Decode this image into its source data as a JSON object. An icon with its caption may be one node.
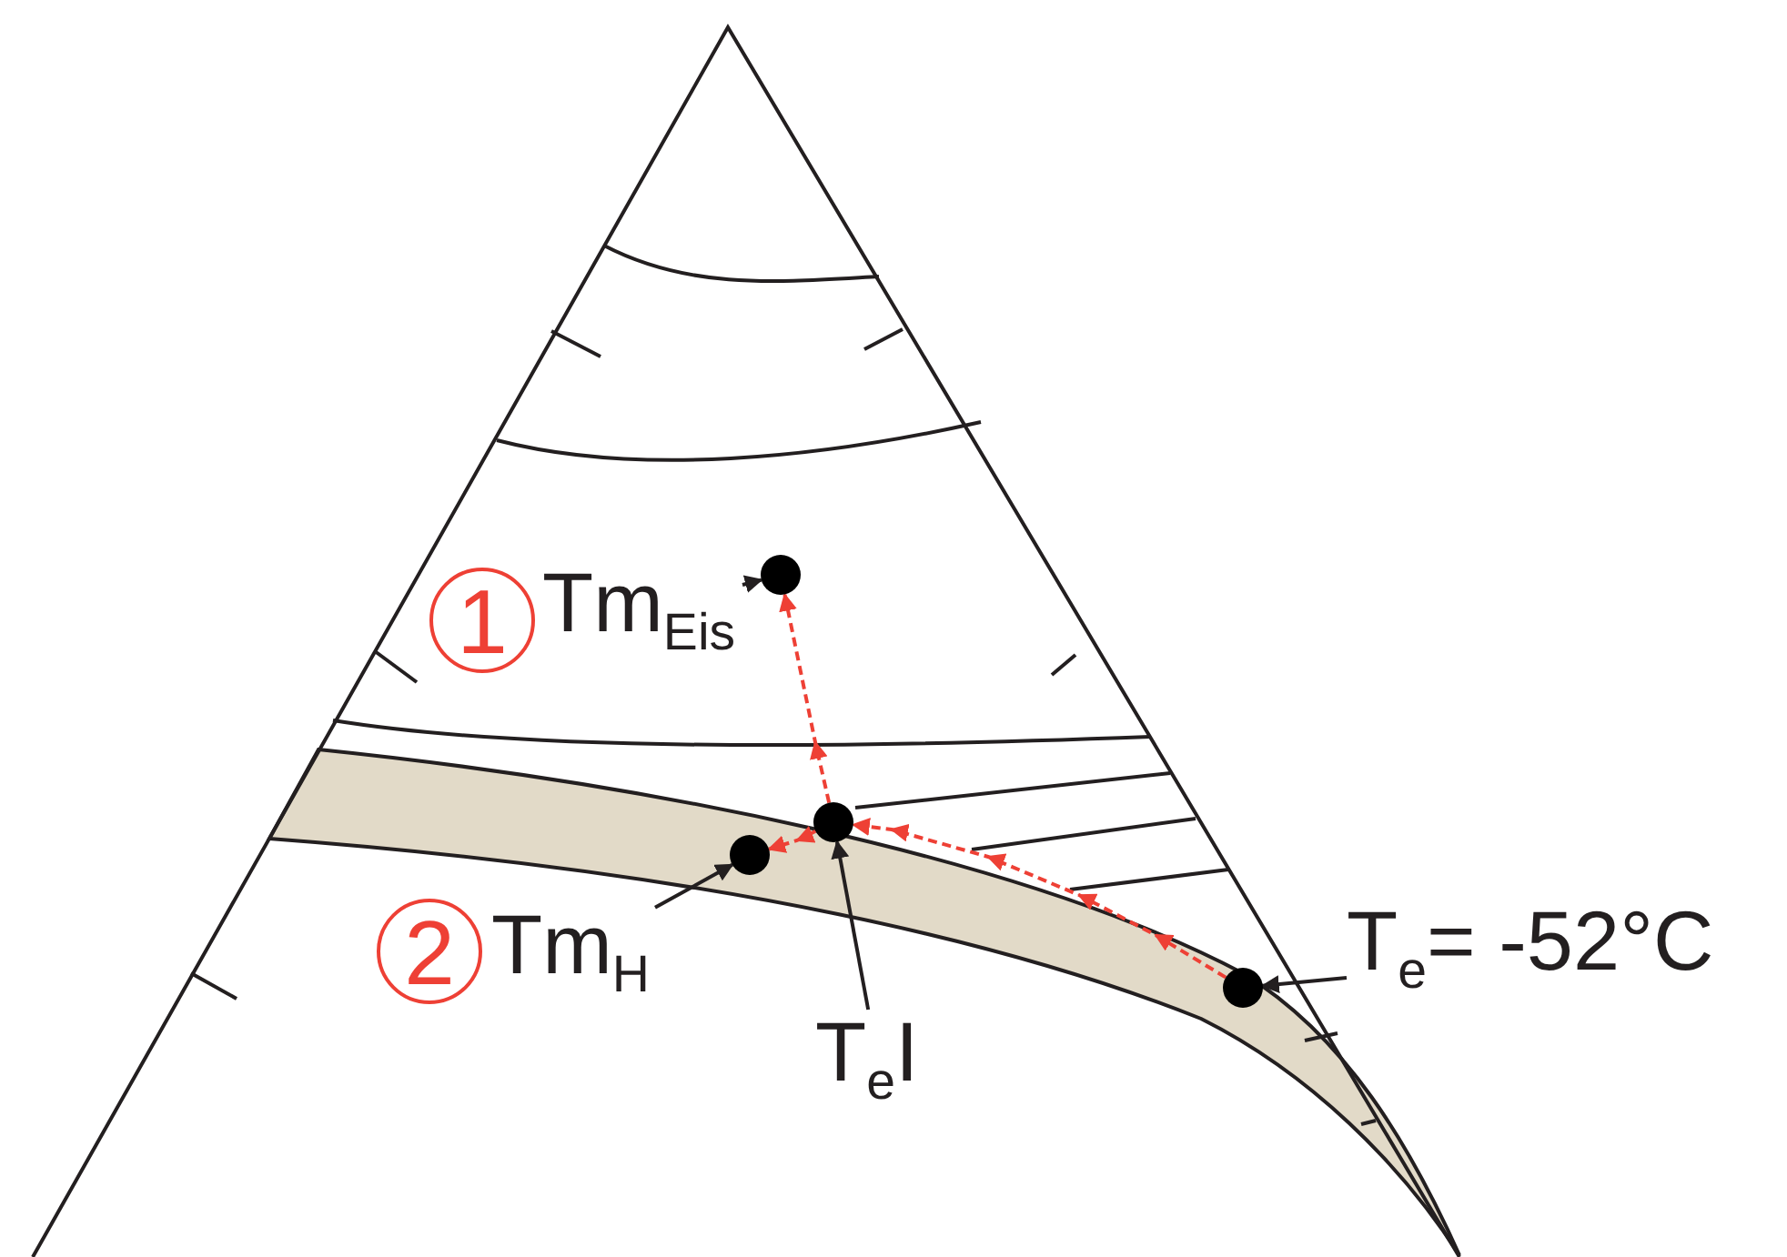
{
  "diagram": {
    "nodes": [
      {
        "text": [
          "1"
        ]
      },
      {
        "text": [
          "Tm$_{Eis}$"
        ]
      },
      {
        "text": [],
        "shape": "circle"
      },
      {
        "text": [
          "2"
        ]
      },
      {
        "text": [
          "Tm$_{H}$"
        ]
      },
      {
        "text": [],
        "shape": "circle"
      },
      {
        "text": [],
        "shape": "circle"
      },
      {
        "text": [
          "T$_{e}$I"
        ]
      },
      {
        "text": [
          "T$_{e}$= -52°C"
        ]
      },
      {
        "text": [],
        "shape": "circle"
      }
    ],
    "edges": [
      {
        "from": 1,
        "to": 2,
        "arrow": "to"
      },
      {
        "from": 4,
        "to": 5,
        "arrow": "to"
      },
      {
        "from": 7,
        "to": 6,
        "arrow": "to"
      },
      {
        "from": 8,
        "to": 9,
        "arrow": "to"
      },
      {
        "from": 9,
        "to": 6,
        "arrow": "to",
        "style": "dashed",
        "color": "#ee4035"
      },
      {
        "from": 6,
        "to": 5,
        "arrow": "to",
        "style": "dashed",
        "color": "#ee4035"
      },
      {
        "from": 6,
        "to": 2,
        "arrow": "to",
        "style": "dashed",
        "color": "#ee4035"
      }
    ]
  }
}
